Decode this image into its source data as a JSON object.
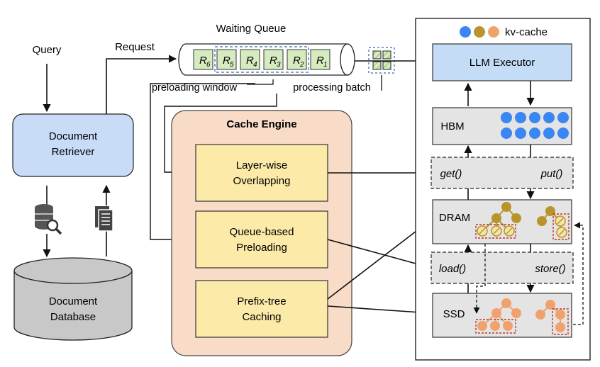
{
  "labels": {
    "query": "Query",
    "request": "Request",
    "waiting_queue": "Waiting Queue",
    "preloading_window": "preloading window",
    "processing_batch": "processing batch",
    "document_retriever_line1": "Document",
    "document_retriever_line2": "Retriever",
    "document_database_line1": "Document",
    "document_database_line2": "Database",
    "cache_engine": "Cache Engine",
    "layerwise_line1": "Layer-wise",
    "layerwise_line2": "Overlapping",
    "queue_line1": "Queue-based",
    "queue_line2": "Preloading",
    "prefix_line1": "Prefix-tree",
    "prefix_line2": "Caching",
    "kv_cache": "kv-cache",
    "llm_executor": "LLM Executor",
    "hbm": "HBM",
    "get": "get()",
    "put": "put()",
    "dram": "DRAM",
    "load": "load()",
    "store": "store()",
    "ssd": "SSD"
  },
  "queue": {
    "requests": [
      {
        "letter": "R",
        "sub": "6"
      },
      {
        "letter": "R",
        "sub": "5"
      },
      {
        "letter": "R",
        "sub": "4"
      },
      {
        "letter": "R",
        "sub": "3"
      },
      {
        "letter": "R",
        "sub": "2"
      },
      {
        "letter": "R",
        "sub": "1"
      }
    ]
  },
  "icons": {
    "database_search": "database-search-icon",
    "document": "document-icon"
  },
  "colors": {
    "retriever_fill": "#c9dcf7",
    "database_fill": "#c8c8c8",
    "cache_engine_fill": "#f8dcc8",
    "module_fill": "#fbeaa8",
    "executor_fill": "#c5dcf7",
    "tier_fill": "#e4e4e4",
    "hbm_dot": "#3a86f2",
    "dram_dot": "#b8942c",
    "ssd_dot": "#f0a26e",
    "queue_item_fill": "#d6ecc0",
    "dashed_red": "#c0392b",
    "dashed_blue": "#5a7fbf"
  }
}
